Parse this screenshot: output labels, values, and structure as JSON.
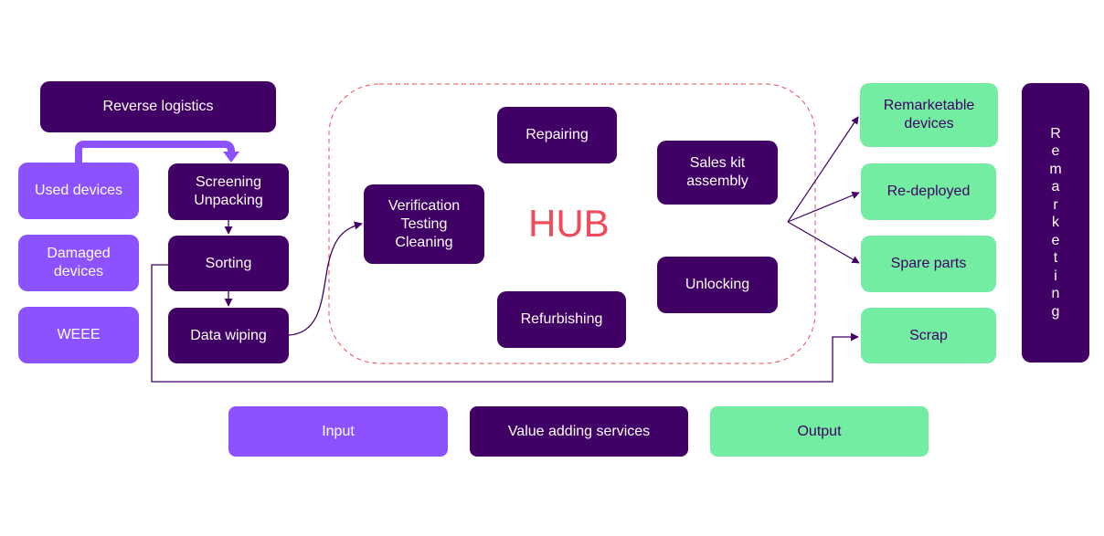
{
  "hub_label": "HUB",
  "colors": {
    "value_adding": "#410066",
    "input": "#8c52ff",
    "output": "#72eda2",
    "hub_border": "#f24a5a",
    "connector": "#410066"
  },
  "reverse_logistics": "Reverse logistics",
  "inputs": {
    "used_devices": "Used devices",
    "damaged_devices": "Damaged\ndevices",
    "weee": "WEEE"
  },
  "process": {
    "screening": "Screening\nUnpacking",
    "sorting": "Sorting",
    "data_wiping": "Data wiping"
  },
  "hub": {
    "verification": "Verification\nTesting\nCleaning",
    "repairing": "Repairing",
    "refurbishing": "Refurbishing",
    "sales_kit": "Sales kit\nassembly",
    "unlocking": "Unlocking"
  },
  "outputs": {
    "remarketable": "Remarketable\ndevices",
    "redeployed": "Re-deployed",
    "spare_parts": "Spare parts",
    "scrap": "Scrap"
  },
  "remarketing": [
    "R",
    "e",
    "m",
    "a",
    "r",
    "k",
    "e",
    "t",
    "i",
    "n",
    "g"
  ],
  "legend": {
    "input": "Input",
    "value_adding": "Value adding services",
    "output": "Output"
  }
}
